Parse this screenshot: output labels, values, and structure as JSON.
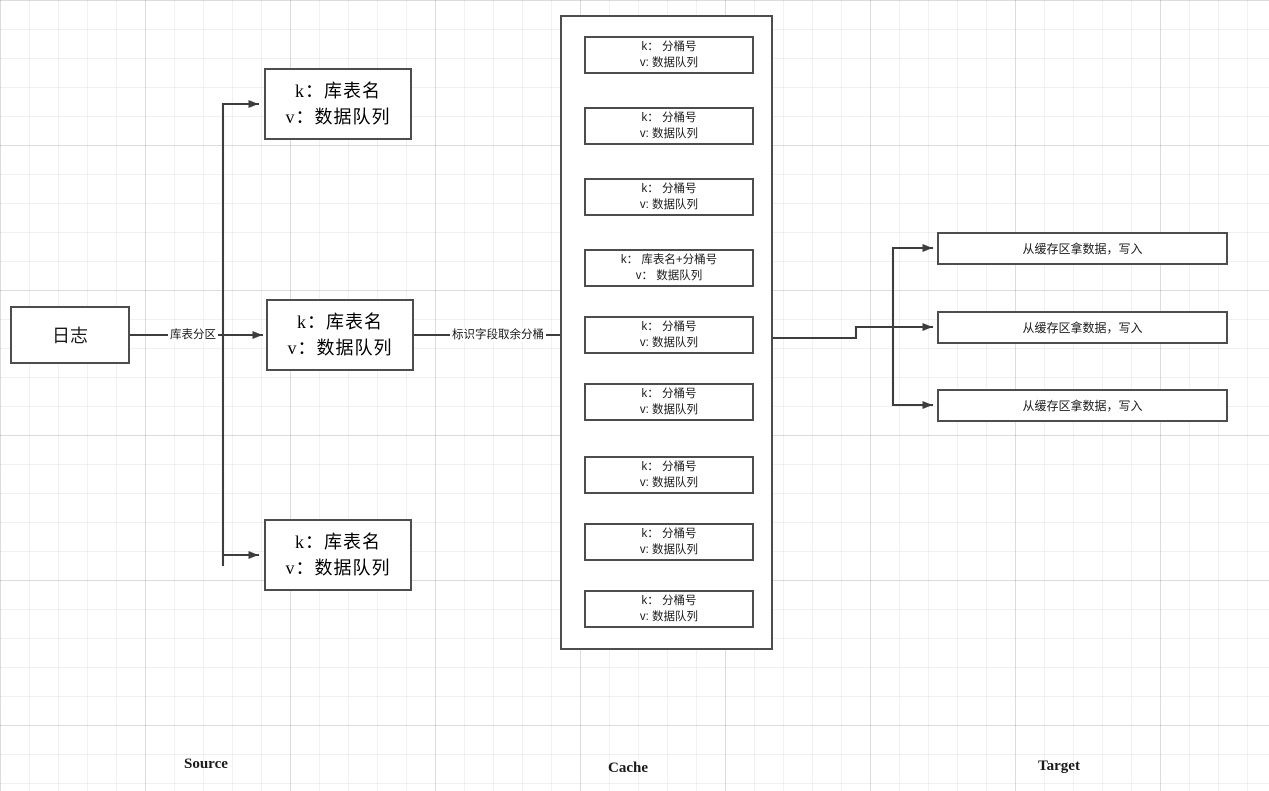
{
  "diagram": {
    "title": "Source-Cache-Target data pipeline",
    "colors": {
      "stroke": "#4d4d4d",
      "text": "#1a1a1a",
      "background": "#ffffff",
      "grid_minor": "#f0f0f0",
      "grid_major": "#e3e3e3"
    }
  },
  "source": {
    "column_label": "Source",
    "log_node": {
      "label": "日志"
    },
    "edge_label": "库表分区",
    "boxes": [
      {
        "key_line": "k：库表名",
        "value_line": "v：数据队列"
      },
      {
        "key_line": "k：库表名",
        "value_line": "v：数据队列"
      },
      {
        "key_line": "k：库表名",
        "value_line": "v：数据队列"
      }
    ]
  },
  "cache": {
    "column_label": "Cache",
    "edge_label": "标识字段取余分桶",
    "boxes": [
      {
        "key_line": "k： 分桶号",
        "value_line": "v: 数据队列"
      },
      {
        "key_line": "k： 分桶号",
        "value_line": "v: 数据队列"
      },
      {
        "key_line": "k： 分桶号",
        "value_line": "v: 数据队列"
      },
      {
        "key_line": "k： 库表名+分桶号",
        "value_line": "v： 数据队列"
      },
      {
        "key_line": "k： 分桶号",
        "value_line": "v: 数据队列"
      },
      {
        "key_line": "k： 分桶号",
        "value_line": "v: 数据队列"
      },
      {
        "key_line": "k： 分桶号",
        "value_line": "v: 数据队列"
      },
      {
        "key_line": "k： 分桶号",
        "value_line": "v: 数据队列"
      },
      {
        "key_line": "k： 分桶号",
        "value_line": "v: 数据队列"
      }
    ]
  },
  "target": {
    "column_label": "Target",
    "boxes": [
      {
        "label": "从缓存区拿数据，写入"
      },
      {
        "label": "从缓存区拿数据，写入"
      },
      {
        "label": "从缓存区拿数据，写入"
      }
    ]
  }
}
